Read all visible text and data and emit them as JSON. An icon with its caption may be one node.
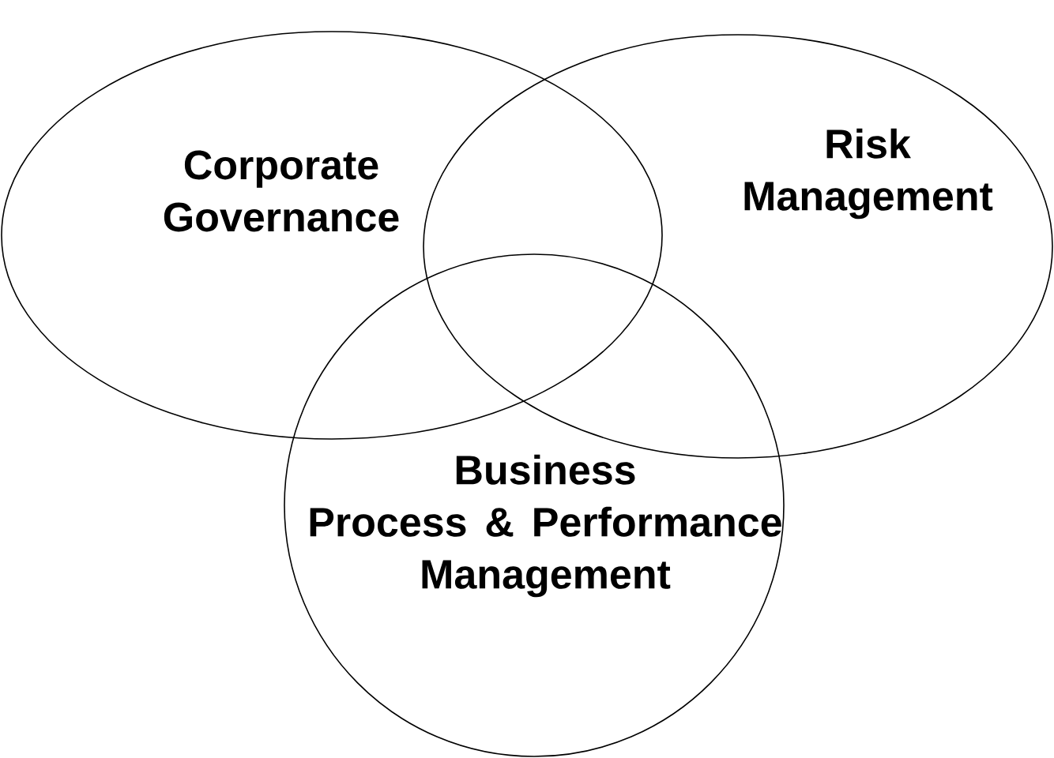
{
  "diagram": {
    "nodes": [
      {
        "text": [
          "Corporate Governance"
        ]
      },
      {
        "text": [
          "Risk Management"
        ]
      },
      {
        "text": [
          "Business Process & Performance Management"
        ]
      }
    ]
  }
}
